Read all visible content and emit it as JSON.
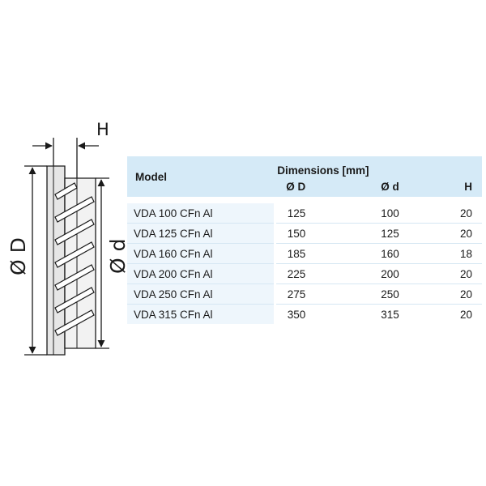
{
  "drawing": {
    "label_H": "H",
    "label_D": "Ø D",
    "label_d": "Ø d"
  },
  "table": {
    "header": {
      "model": "Model",
      "dimensions": "Dimensions [mm]",
      "col_D": "Ø D",
      "col_d": "Ø d",
      "col_H": "H"
    },
    "rows": [
      {
        "model": "VDA 100 CFn Al",
        "D": "125",
        "d": "100",
        "H": "20"
      },
      {
        "model": "VDA 125 CFn Al",
        "D": "150",
        "d": "125",
        "H": "20"
      },
      {
        "model": "VDA 160 CFn Al",
        "D": "185",
        "d": "160",
        "H": "18"
      },
      {
        "model": "VDA 200 CFn Al",
        "D": "225",
        "d": "200",
        "H": "20"
      },
      {
        "model": "VDA 250 CFn Al",
        "D": "275",
        "d": "250",
        "H": "20"
      },
      {
        "model": "VDA 315 CFn Al",
        "D": "350",
        "d": "315",
        "H": "20"
      }
    ]
  },
  "colors": {
    "header_bg": "#d5eaf7",
    "model_cell_bg": "#eef6fc",
    "line": "#1a1a1a"
  }
}
